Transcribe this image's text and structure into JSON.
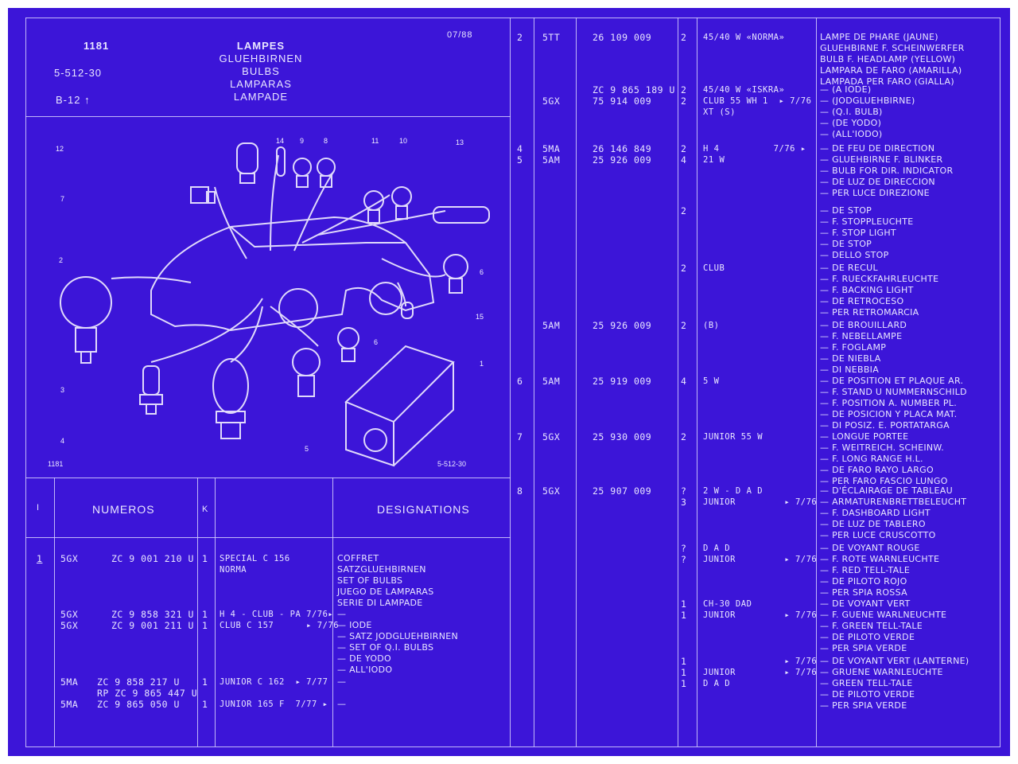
{
  "header": {
    "number": "1181",
    "ref": "5-512-30",
    "group": "B-12",
    "date": "07/88",
    "titles": [
      "LAMPES",
      "GLUEHBIRNEN",
      "BULBS",
      "LAMPARAS",
      "LAMPADE"
    ]
  },
  "diagram": {
    "footer_left": "1181",
    "footer_right": "5-512-30",
    "callouts": [
      "12",
      "14",
      "9",
      "8",
      "11",
      "10",
      "13",
      "7",
      "2",
      "6",
      "15",
      "6",
      "3",
      "4",
      "5",
      "1"
    ]
  },
  "bottom_table": {
    "headers": {
      "index": "I",
      "numeros": "NUMEROS",
      "k": "K",
      "designations": "DESIGNATIONS"
    },
    "rows": [
      {
        "i": "1",
        "prefix": "5GX",
        "part": "ZC 9 001 210 U",
        "k": "1",
        "spec": "SPECIAL C 156\nNORMA",
        "desc": "COFFRET\nSATZGLUEHBIRNEN\nSET OF BULBS\nJUEGO DE LAMPARAS\nSERIE DI LAMPADE"
      },
      {
        "i": "",
        "prefix": "5GX\n5GX",
        "part": "ZC 9 858 321 U\nZC 9 001 211 U",
        "k": "1\n1",
        "spec": "H 4 - CLUB - PA 7/76▸\nCLUB C 157      ▸ 7/76",
        "desc": "—\n— IODE\n— SATZ JODGLUEHBIRNEN\n— SET OF Q.I. BULBS\n— DE YODO\n— ALL'IODO"
      },
      {
        "i": "",
        "prefix": "5MA\n\n5MA",
        "part": "ZC 9 858 217 U\nRP ZC 9 865 447 U\nZC 9 865 050 U",
        "k": "1\n\n1",
        "spec": "JUNIOR C 162  ▸ 7/77\n\nJUNIOR 165 F  7/77 ▸",
        "desc": "—\n\n—"
      }
    ]
  },
  "right_table": {
    "rows": [
      {
        "i": "2",
        "prefix": "5TT",
        "part": "26 109 009",
        "k": "2",
        "spec": "45/40 W «NORMA»",
        "desc": "LAMPE DE PHARE (JAUNE)\nGLUEHBIRNE F. SCHEINWERFER\nBULB F. HEADLAMP (YELLOW)\nLAMPARA DE FARO (AMARILLA)\nLAMPADA PER FARO (GIALLA)"
      },
      {
        "i": "",
        "prefix": "\n5GX",
        "part": "ZC 9 865 189 U\n75 914 009",
        "k": "2\n2",
        "spec": "45/40 W «ISKRA»\nCLUB 55 WH 1  ▸ 7/76\nXT (S)",
        "desc": "— (A IODE)\n— (JODGLUEHBIRNE)\n— (Q.I. BULB)\n— (DE YODO)\n— (ALL'IODO)"
      },
      {
        "i": "4\n5",
        "prefix": "5MA\n5AM",
        "part": "26 146 849\n25 926 009",
        "k": "2\n4",
        "spec": "H 4          7/76 ▸\n21 W",
        "desc": "— DE FEU DE DIRECTION\n— GLUEHBIRNE F. BLINKER\n— BULB FOR DIR. INDICATOR\n— DE LUZ DE DIRECCION\n— PER LUCE DIREZIONE"
      },
      {
        "i": "",
        "prefix": "",
        "part": "",
        "k": "2",
        "spec": "",
        "desc": "— DE STOP\n— F. STOPPLEUCHTE\n— F. STOP LIGHT\n— DE STOP\n— DELLO STOP"
      },
      {
        "i": "",
        "prefix": "",
        "part": "",
        "k": "2",
        "spec": "CLUB",
        "desc": "— DE RECUL\n— F. RUECKFAHRLEUCHTE\n— F. BACKING LIGHT\n— DE RETROCESO\n— PER RETROMARCIA"
      },
      {
        "i": "",
        "prefix": "5AM",
        "part": "25 926 009",
        "k": "2",
        "spec": "(B)",
        "desc": "— DE BROUILLARD\n— F. NEBELLAMPE\n— F. FOGLAMP\n— DE NIEBLA\n— DI NEBBIA"
      },
      {
        "i": "6",
        "prefix": "5AM",
        "part": "25 919 009",
        "k": "4",
        "spec": "5 W",
        "desc": "— DE POSITION ET PLAQUE AR.\n— F. STAND U NUMMERNSCHILD\n— F. POSITION A. NUMBER PL.\n— DE POSICION Y PLACA MAT.\n— DI POSIZ. E. PORTATARGA"
      },
      {
        "i": "7",
        "prefix": "5GX",
        "part": "25 930 009",
        "k": "2",
        "spec": "JUNIOR 55 W",
        "desc": "— LONGUE PORTEE\n— F. WEITREICH. SCHEINW.\n— F. LONG RANGE H.L.\n— DE FARO RAYO LARGO\n— PER FARO FASCIO LUNGO"
      },
      {
        "i": "8",
        "prefix": "5GX",
        "part": "25 907 009",
        "k": "?\n3",
        "spec": "2 W - D A D\nJUNIOR         ▸ 7/76",
        "desc": "— D'ÉCLAIRAGE DE TABLEAU\n— ARMATURENBRETTBELEUCHT\n— F. DASHBOARD LIGHT\n— DE LUZ DE TABLERO\n— PER LUCE CRUSCOTTO"
      },
      {
        "i": "",
        "prefix": "",
        "part": "",
        "k": "?\n?",
        "spec": "D A D\nJUNIOR         ▸ 7/76",
        "desc": "— DE VOYANT ROUGE\n— F. ROTE WARNLEUCHTE\n— F. RED TELL-TALE\n— DE PILOTO ROJO\n— PER SPIA ROSSA"
      },
      {
        "i": "",
        "prefix": "",
        "part": "",
        "k": "1\n1",
        "spec": "CH-30 DAD\nJUNIOR         ▸ 7/76",
        "desc": "— DE VOYANT VERT\n— F. GUENE WARLNEUCHTE\n— F. GREEN TELL-TALE\n— DE PILOTO VERDE\n— PER SPIA VERDE"
      },
      {
        "i": "",
        "prefix": "",
        "part": "",
        "k": "1\n1\n1",
        "spec": "               ▸ 7/76\nJUNIOR         ▸ 7/76\nD A D",
        "desc": "— DE VOYANT VERT (LANTERNE)\n— GRUENE WARNLEUCHTE\n— GREEN TELL-TALE\n— DE PILOTO VERDE\n— PER SPIA VERDE"
      }
    ]
  }
}
